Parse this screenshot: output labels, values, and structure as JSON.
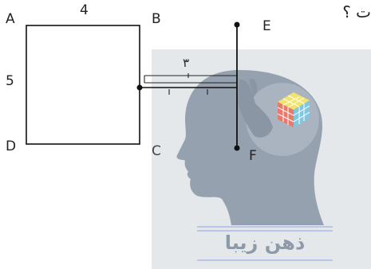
{
  "header_text": "ت ؟",
  "square": {
    "vertex_labels": [
      "A",
      "B",
      "C",
      "D"
    ],
    "side_labels": {
      "top": "4",
      "left": "5"
    }
  },
  "segment": {
    "end_labels": [
      "E",
      "F"
    ]
  },
  "dimension_label": "٣",
  "watermark": {
    "text": "ذهن زیبا",
    "color": "#8e9aa8",
    "underline_color": "#b9c6ea"
  },
  "colors": {
    "lines": "#111111",
    "head": "#95a1ae",
    "panel": "#e5e8eb"
  }
}
